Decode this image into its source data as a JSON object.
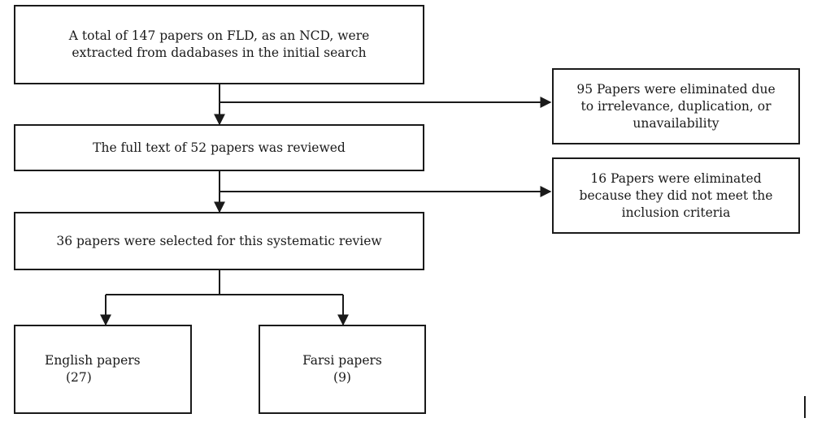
{
  "boxes": {
    "initial_search": {
      "lines": [
        "A total of 147 papers on FLD, as an NCD, were",
        "extracted from dadabases in the initial search"
      ]
    },
    "eliminated_irrelevant": {
      "lines": [
        "95 Papers were eliminated due",
        "to irrelevance, duplication, or",
        "unavailability"
      ]
    },
    "full_text_review": {
      "lines": [
        "The full text of 52 papers was reviewed"
      ]
    },
    "eliminated_criteria": {
      "lines": [
        "16 Papers were eliminated",
        "because they did not meet the",
        "inclusion criteria"
      ]
    },
    "selected": {
      "lines": [
        "36 papers were selected for this systematic review"
      ]
    },
    "english": {
      "lines": [
        "English papers",
        "(27)"
      ]
    },
    "farsi": {
      "lines": [
        "Farsi papers",
        "(9)"
      ]
    }
  }
}
